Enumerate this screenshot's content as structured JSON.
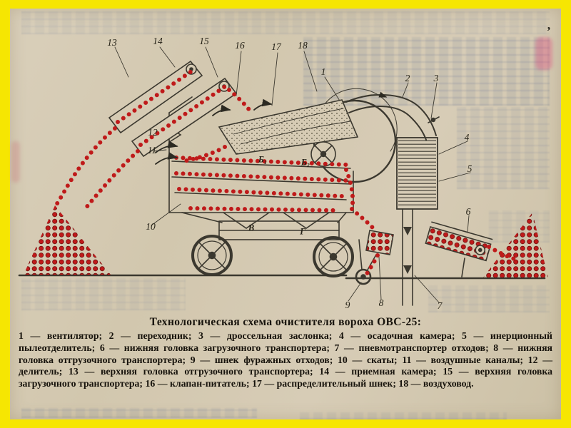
{
  "page": {
    "corner_mark": "’",
    "colors": {
      "border": "#f6e602",
      "paper": "#d2c7ae",
      "grain": "#bf1a1a",
      "ink": "#17130c",
      "line": "#3b382f"
    }
  },
  "caption": {
    "title": "Технологическая схема очистителя вороха ОВС-25:",
    "legend": "1 — вентилятор; 2 — переходник; 3 — дроссельная заслонка; 4 — осадочная камера; 5 — инерционный пылеотделитель; 6 — нижняя головка загрузочного транспортера; 7 — пневмотранспортер отходов; 8 — нижняя головка отгрузочного транспортера; 9 — шнек фуражных отходов; 10 — скаты; 11 — воздушные каналы; 12 — делитель; 13 — верхняя головка отгрузочного транспортера; 14 — приемная камера; 15 — верхняя головка загрузочного транспортера; 16 — клапан-питатель; 17 — распределительный шнек; 18 — воздуховод."
  },
  "figure": {
    "callouts": [
      "13",
      "14",
      "15",
      "16",
      "17",
      "18",
      "1",
      "2",
      "3",
      "4",
      "5",
      "6",
      "7",
      "8",
      "9",
      "10",
      "11",
      "12"
    ],
    "part_labels": [
      "Б₁",
      "Б₂",
      "В",
      "Г"
    ]
  }
}
